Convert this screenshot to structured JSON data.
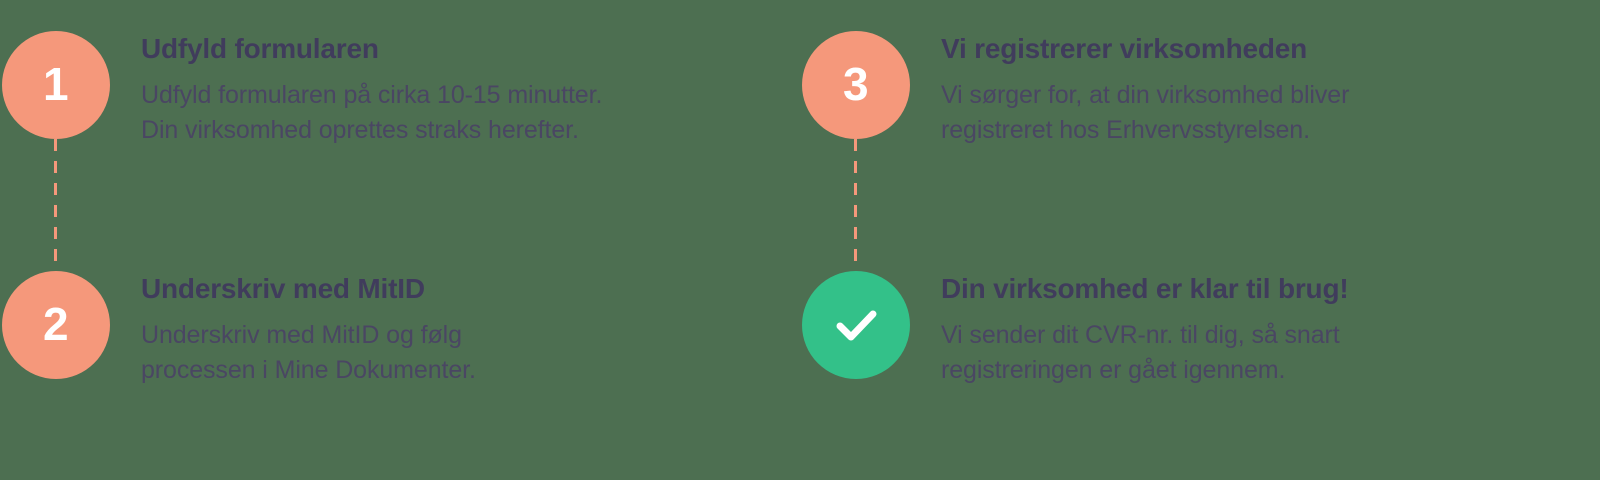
{
  "theme": {
    "background_color": "#4d6f51",
    "marker_salmon": "#f5987b",
    "marker_green": "#33c189",
    "title_color": "#403c5c",
    "body_color": "#4a4663",
    "marker_text_color": "#ffffff",
    "connector_color": "#f5987b"
  },
  "columns": [
    {
      "name": "left-column",
      "steps": [
        {
          "marker": {
            "type": "number",
            "label": "1",
            "style": "salmon",
            "icon": "number-badge-icon"
          },
          "title": "Udfyld formularen",
          "body_lines": [
            "Udfyld formularen på cirka 10-15 minutter.",
            "Din virksomhed oprettes straks herefter."
          ],
          "has_connector": true
        },
        {
          "marker": {
            "type": "number",
            "label": "2",
            "style": "salmon",
            "icon": "number-badge-icon"
          },
          "title": "Underskriv med MitID",
          "body_lines": [
            "Underskriv med MitID og følg",
            "processen i Mine Dokumenter."
          ],
          "has_connector": false
        }
      ]
    },
    {
      "name": "right-column",
      "steps": [
        {
          "marker": {
            "type": "number",
            "label": "3",
            "style": "salmon",
            "icon": "number-badge-icon"
          },
          "title": "Vi registrerer virksomheden",
          "body_lines": [
            "Vi sørger for, at din virksomhed bliver",
            "registreret hos Erhvervsstyrelsen."
          ],
          "has_connector": true
        },
        {
          "marker": {
            "type": "check",
            "label": "",
            "style": "green",
            "icon": "check-icon"
          },
          "title": "Din virksomhed er klar til brug!",
          "body_lines": [
            "Vi sender dit CVR-nr. til dig, så snart",
            "registreringen er gået igennem."
          ],
          "has_connector": false
        }
      ]
    }
  ]
}
